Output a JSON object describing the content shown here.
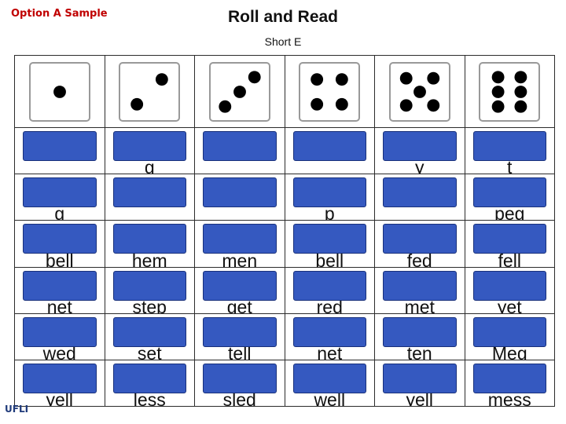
{
  "header": {
    "tag": "Option A Sample",
    "title": "Roll and Read",
    "subtitle": "Short E"
  },
  "dice": [
    {
      "name": "die-one-icon",
      "pips": 1
    },
    {
      "name": "die-two-icon",
      "pips": 2
    },
    {
      "name": "die-three-icon",
      "pips": 3
    },
    {
      "name": "die-four-icon",
      "pips": 4
    },
    {
      "name": "die-five-icon",
      "pips": 5
    },
    {
      "name": "die-six-icon",
      "pips": 6
    }
  ],
  "rows": [
    [
      "",
      "g",
      "",
      "",
      "y",
      "t"
    ],
    [
      "g",
      "",
      "",
      "p",
      "",
      "peg"
    ],
    [
      "bell",
      "hem",
      "men",
      "bell",
      "fed",
      "fell"
    ],
    [
      "net",
      "step",
      "get",
      "red",
      "met",
      "yet"
    ],
    [
      "wed",
      "set",
      "tell",
      "net",
      "ten",
      "Meg"
    ],
    [
      "yell",
      "less",
      "sled",
      "well",
      "yell",
      "mess"
    ]
  ],
  "logo": "UFLI",
  "colors": {
    "tag": "#c00000",
    "cover": "#3559c0"
  }
}
